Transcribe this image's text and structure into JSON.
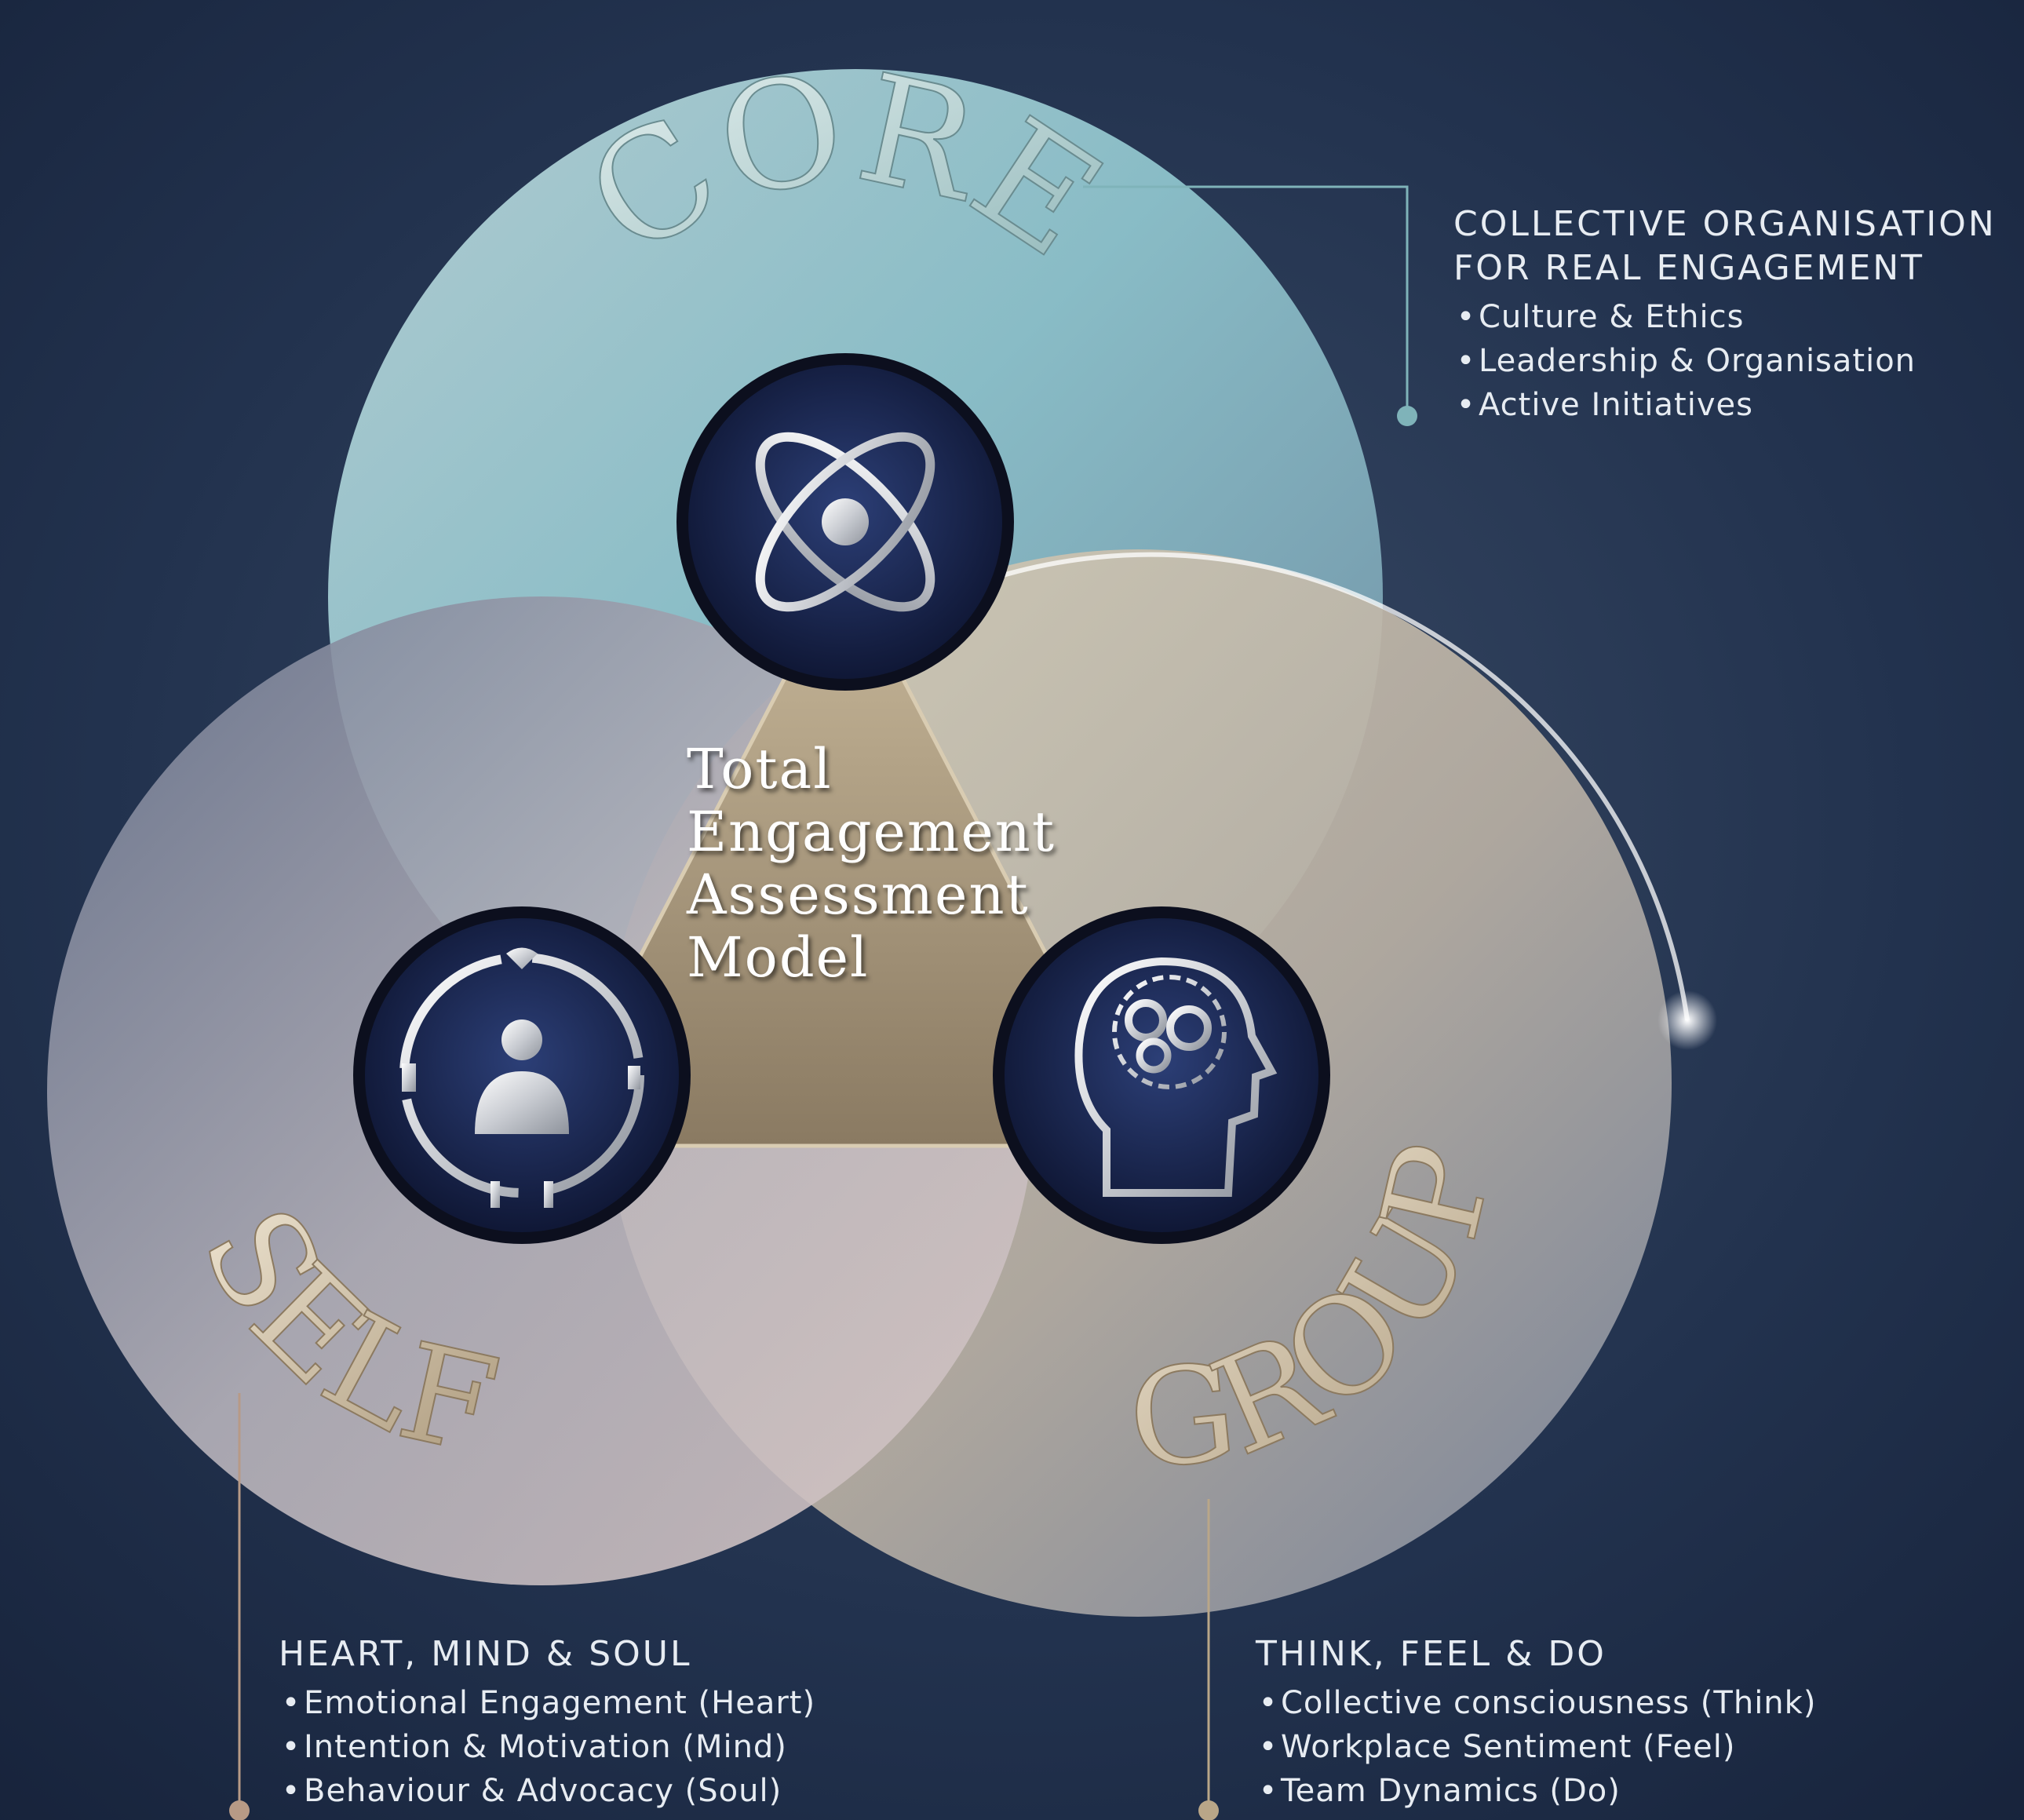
{
  "labels": {
    "core": "CORE",
    "self": "SELF",
    "group": "GROUP"
  },
  "center_title": [
    "Total",
    "Engagement",
    "Assessment",
    "Model"
  ],
  "core_panel": {
    "title_line1": "COLLECTIVE ORGANISATION",
    "title_line2": "FOR REAL ENGAGEMENT",
    "items": [
      "Culture & Ethics",
      "Leadership & Organisation",
      "Active Initiatives"
    ]
  },
  "self_panel": {
    "title": "HEART, MIND & SOUL",
    "items": [
      "Emotional Engagement (Heart)",
      "Intention & Motivation (Mind)",
      "Behaviour & Advocacy (Soul)"
    ]
  },
  "group_panel": {
    "title": "THINK, FEEL & DO",
    "items": [
      "Collective consciousness (Think)",
      "Workplace Sentiment (Feel)",
      "Team Dynamics (Do)"
    ]
  },
  "icons": {
    "core": "atom-icon",
    "self": "person-cycle-icon",
    "group": "head-gears-icon"
  },
  "colors": {
    "background": "#1c2b45",
    "core_circle": "#8ec3cc",
    "self_circle": "#b7b3bb",
    "group_circle": "#c9bea6",
    "triangle": "#a4957a",
    "accent_teal": "#7fb3b9",
    "accent_gold": "#b9a688"
  }
}
